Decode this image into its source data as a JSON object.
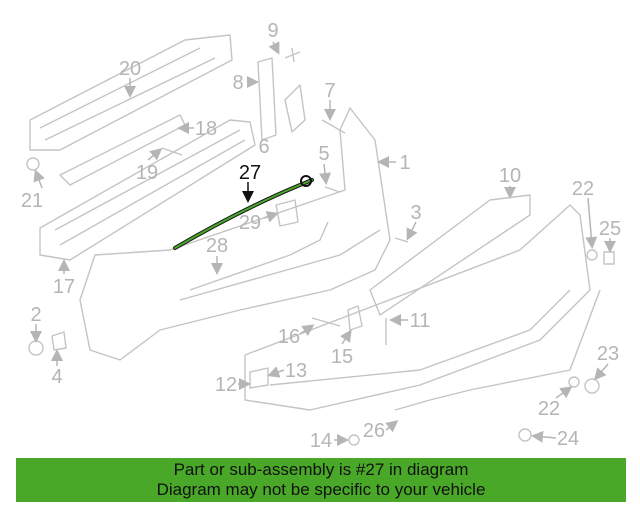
{
  "diagram": {
    "highlighted_part": "27",
    "highlight_color": "#4aa829",
    "callouts": [
      "1",
      "2",
      "3",
      "4",
      "5",
      "6",
      "7",
      "8",
      "9",
      "10",
      "11",
      "12",
      "13",
      "14",
      "15",
      "16",
      "17",
      "18",
      "19",
      "20",
      "21",
      "22",
      "22",
      "23",
      "24",
      "25",
      "26",
      "27",
      "28",
      "29"
    ]
  },
  "banner": {
    "line1": "Part or sub-assembly is #27 in diagram",
    "line2": "Diagram may not be specific to your vehicle",
    "color": "#4aa829"
  }
}
